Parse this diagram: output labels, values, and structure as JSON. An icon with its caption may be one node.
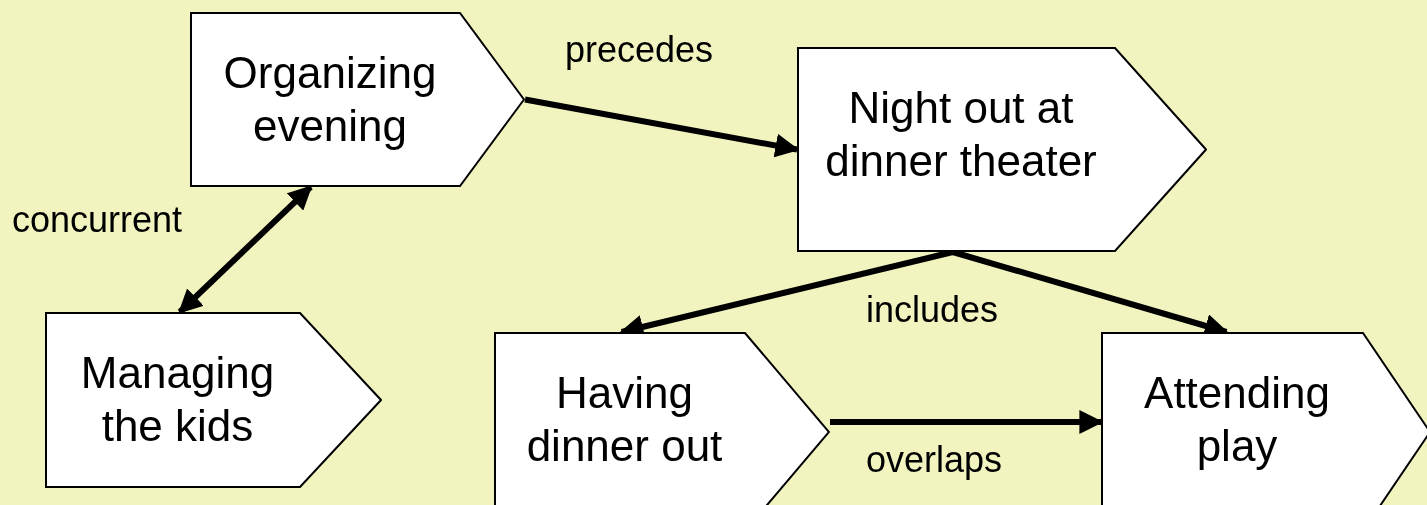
{
  "diagram": {
    "nodes": [
      {
        "text": [
          "Organizing evening"
        ]
      },
      {
        "text": [
          "Night out at dinner theater"
        ]
      },
      {
        "text": [
          "Managing the kids"
        ]
      },
      {
        "text": [
          "Having dinner out"
        ]
      },
      {
        "text": [
          "Attending play"
        ]
      }
    ],
    "edges": [
      {
        "from": 0,
        "to": 1,
        "arrow": "to",
        "label": "precedes"
      },
      {
        "from": 2,
        "to": 0,
        "arrow": "both",
        "label": "concurrent"
      },
      {
        "from": 1,
        "to": 3,
        "arrow": "to",
        "label": "includes"
      },
      {
        "from": 1,
        "to": 4,
        "arrow": "to"
      },
      {
        "from": 3,
        "to": 4,
        "arrow": "to",
        "label": "overlaps"
      }
    ]
  }
}
